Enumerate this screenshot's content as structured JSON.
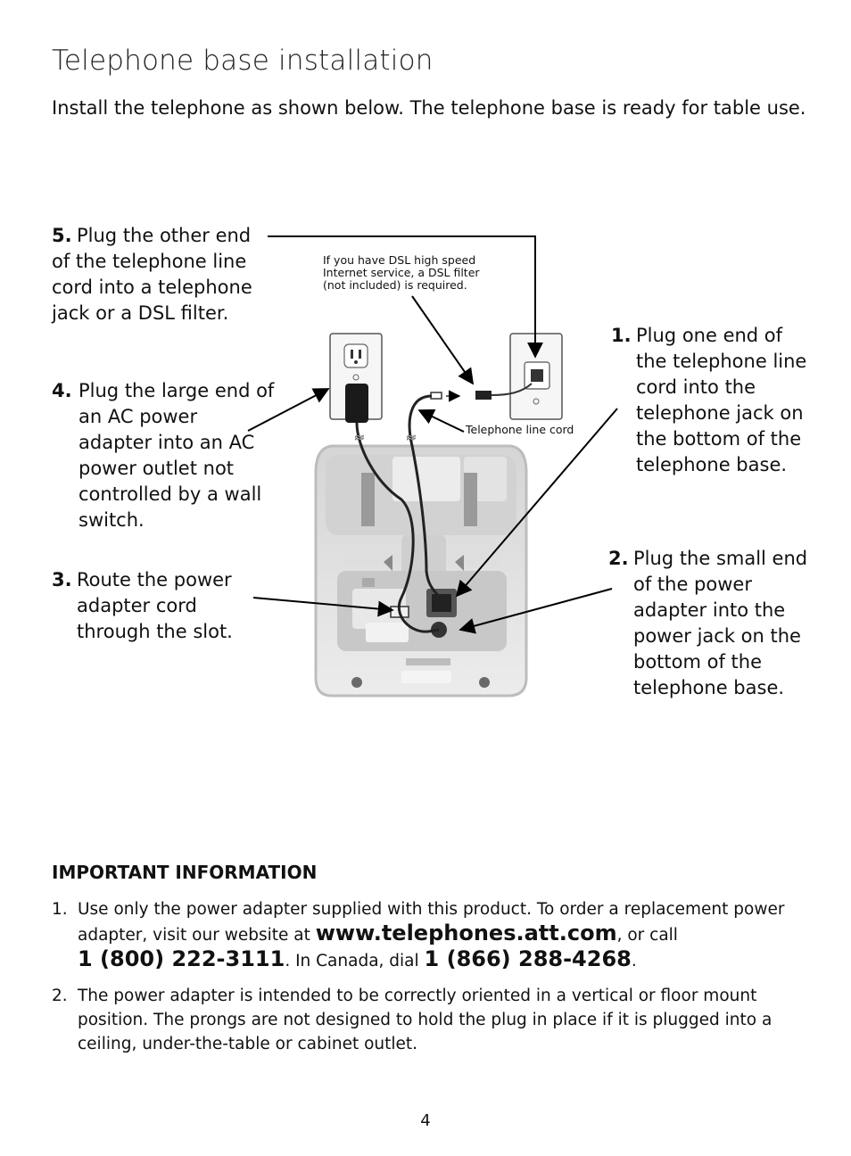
{
  "title": "Telephone base installation",
  "intro": "Install the telephone as shown below. The telephone base is ready for table use.",
  "steps": {
    "s5": {
      "num": "5.",
      "text": "Plug the other end of the telephone line cord into a telephone jack or a DSL filter."
    },
    "s4": {
      "num": "4.",
      "text": "Plug the large end of an AC power adapter into an AC power outlet not controlled by a wall switch."
    },
    "s3": {
      "num": "3.",
      "text": "Route the power adapter cord through the slot."
    },
    "s1": {
      "num": "1.",
      "text": "Plug one end of the telephone line cord into the telephone jack on the bottom of the telephone base."
    },
    "s2": {
      "num": "2.",
      "text": "Plug the small end of the power adapter into the power jack on the bottom of the telephone base."
    }
  },
  "dsl_note": "If you have DSL high speed Internet service, a DSL filter (not included) is required.",
  "line_cord_label": "Telephone line cord",
  "important": {
    "heading": "IMPORTANT INFORMATION",
    "item1": {
      "idx": "1.",
      "text_a": "Use only the power adapter supplied with this product. To order a replacement power adapter, visit our website at ",
      "website": "www.telephones.att.com",
      "text_b": ", or call ",
      "phone_us": "1 (800) 222-3111",
      "text_c": ". In Canada, dial ",
      "phone_ca": "1 (866) 288-4268",
      "text_d": "."
    },
    "item2": {
      "idx": "2.",
      "text": "The power adapter is intended to be correctly oriented in a vertical or floor mount position. The prongs are not designed to hold the plug in place if it is plugged into a ceiling, under-the-table or cabinet outlet."
    }
  },
  "page_number": "4"
}
